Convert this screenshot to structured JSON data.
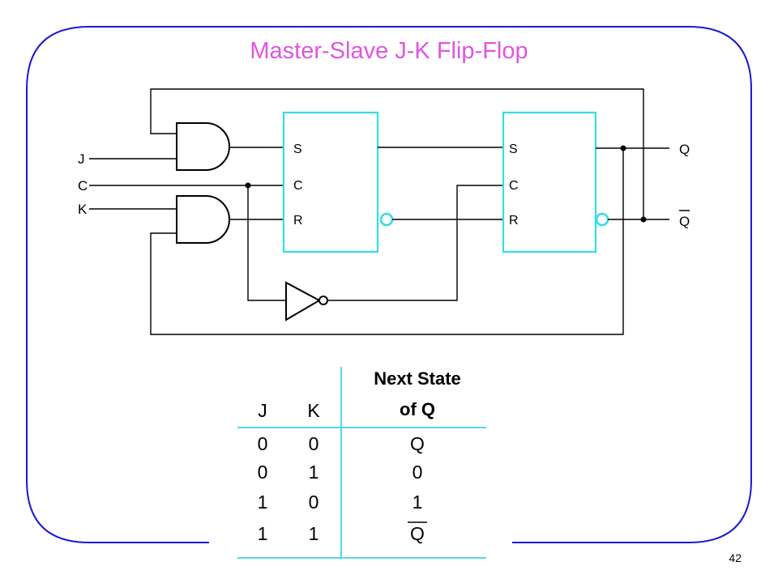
{
  "slide": {
    "title": "Master-Slave J-K Flip-Flop",
    "page_number": "42",
    "frame_color": "#1a1ad0",
    "title_color": "#e055e0",
    "flipflop_color": "#33dde8"
  },
  "diagram": {
    "inputs": {
      "j": "J",
      "c": "C",
      "k": "K"
    },
    "outputs": {
      "q": "Q",
      "q_bar": "Q"
    },
    "master": {
      "s": "S",
      "c": "C",
      "r": "R"
    },
    "slave": {
      "s": "S",
      "c": "C",
      "r": "R"
    },
    "gates": [
      "and-gate-j",
      "and-gate-k",
      "inverter"
    ]
  },
  "truth_table": {
    "headers": {
      "j": "J",
      "k": "K",
      "next_line1": "Next State",
      "next_line2": "of Q"
    },
    "rows": [
      {
        "j": "0",
        "k": "0",
        "next": "Q",
        "overbar": false
      },
      {
        "j": "0",
        "k": "1",
        "next": "0",
        "overbar": false
      },
      {
        "j": "1",
        "k": "0",
        "next": "1",
        "overbar": false
      },
      {
        "j": "1",
        "k": "1",
        "next": "Q",
        "overbar": true
      }
    ]
  }
}
